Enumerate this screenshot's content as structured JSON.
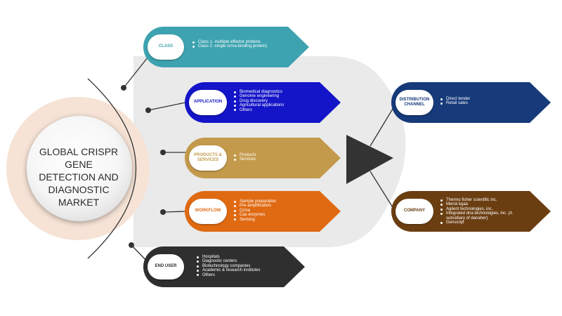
{
  "center_title": [
    "GLOBAL CRISPR GENE",
    "DETECTION AND",
    "DIAGNOSTIC",
    "MARKET"
  ],
  "segments": [
    {
      "label": "CLASS",
      "color": "#3ea3b0",
      "items": [
        "Class 1- multiple effector proteins",
        "Class 2 -single crrna-binding protein)"
      ]
    },
    {
      "label": "APPLICATION",
      "color": "#1414c8",
      "items": [
        "Biomedical diagnostics",
        "Genome engineering",
        "Drug discovery",
        "Agricultural applications",
        "Others"
      ]
    },
    {
      "label": "PRODUCTS & SERVICES",
      "color": "#c39a4b",
      "items": [
        "Products",
        "Services"
      ]
    },
    {
      "label": "WORKFLOW",
      "color": "#e06a12",
      "items": [
        "Sample preparation",
        "Pre-amplification",
        "Crrna",
        "Cas enzymes",
        "Sensing"
      ]
    },
    {
      "label": "END USER",
      "color": "#2f2f2f",
      "items": [
        "Hospitals",
        "Diagnostic centers",
        "Biotechnology companies",
        "Academic & research institutes",
        "Others"
      ]
    },
    {
      "label": "DISTRIBUTION CHANNEL",
      "color": "#163a7a",
      "items": [
        "Direct tender",
        "Retail sales"
      ]
    },
    {
      "label": "COMPANY",
      "color": "#6b3e12",
      "items": [
        "Thermo fisher scientific inc.",
        "Merck kgaa",
        "Agilent technologies, inc.",
        "Integrated dna technologies, inc. (A subsidiary of danaher)",
        "Genscript"
      ]
    }
  ]
}
